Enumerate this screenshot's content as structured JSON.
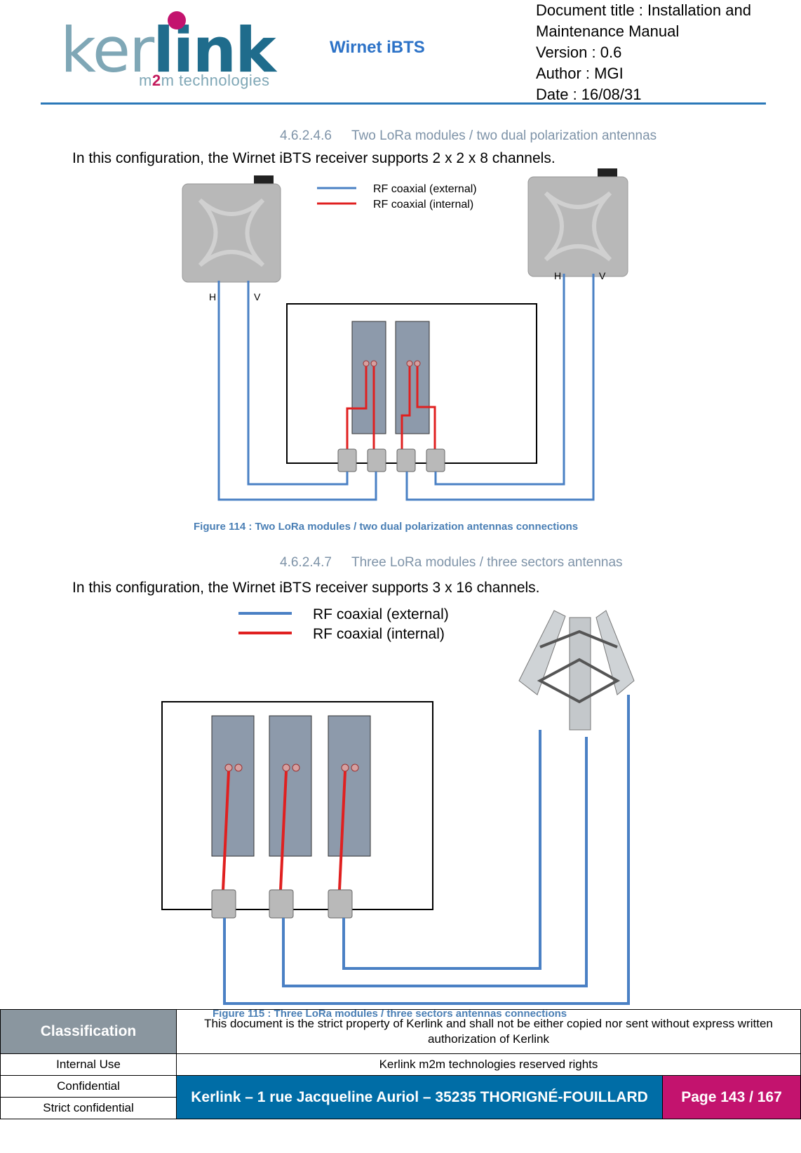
{
  "header": {
    "logo": {
      "part1": "ker",
      "part2": "link",
      "tagline_pre": "m",
      "tagline_two": "2",
      "tagline_post": "m technologies"
    },
    "product": "Wirnet iBTS",
    "doc_title_line1": "Document title : Installation and",
    "doc_title_line2": "Maintenance Manual",
    "version": "Version : 0.6",
    "author": "Author : MGI",
    "date": "Date : 16/08/31"
  },
  "section1": {
    "number": "4.6.2.4.6",
    "title": "Two LoRa modules / two dual polarization antennas",
    "text": "In this configuration, the Wirnet iBTS receiver supports 2 x 2 x 8 channels.",
    "legend_external": "RF coaxial (external)",
    "legend_internal": "RF coaxial (internal)",
    "label_h": "H",
    "label_v": "V",
    "caption": "Figure 114 : Two LoRa modules / two dual polarization antennas connections"
  },
  "section2": {
    "number": "4.6.2.4.7",
    "title": "Three LoRa modules / three sectors antennas",
    "text": "In this configuration, the Wirnet iBTS receiver supports 3 x 16 channels.",
    "legend_external": "RF coaxial (external)",
    "legend_internal": "RF coaxial (internal)",
    "caption": "Figure 115 : Three LoRa modules / three sectors antennas connections"
  },
  "footer": {
    "classification": "Classification",
    "notice": "This document is the strict property of Kerlink and shall not be either copied nor sent without express written authorization of Kerlink",
    "internal_use": "Internal Use",
    "rights": "Kerlink m2m technologies reserved rights",
    "confidential": "Confidential",
    "address": "Kerlink – 1 rue Jacqueline Auriol – 35235 THORIGNÉ-FOUILLARD",
    "page": "Page 143 / 167",
    "strict": "Strict confidential"
  },
  "colors": {
    "external_cable": "#4a80c4",
    "internal_cable": "#e02020",
    "footer_blue": "#006da6",
    "footer_magenta": "#c3136e"
  }
}
